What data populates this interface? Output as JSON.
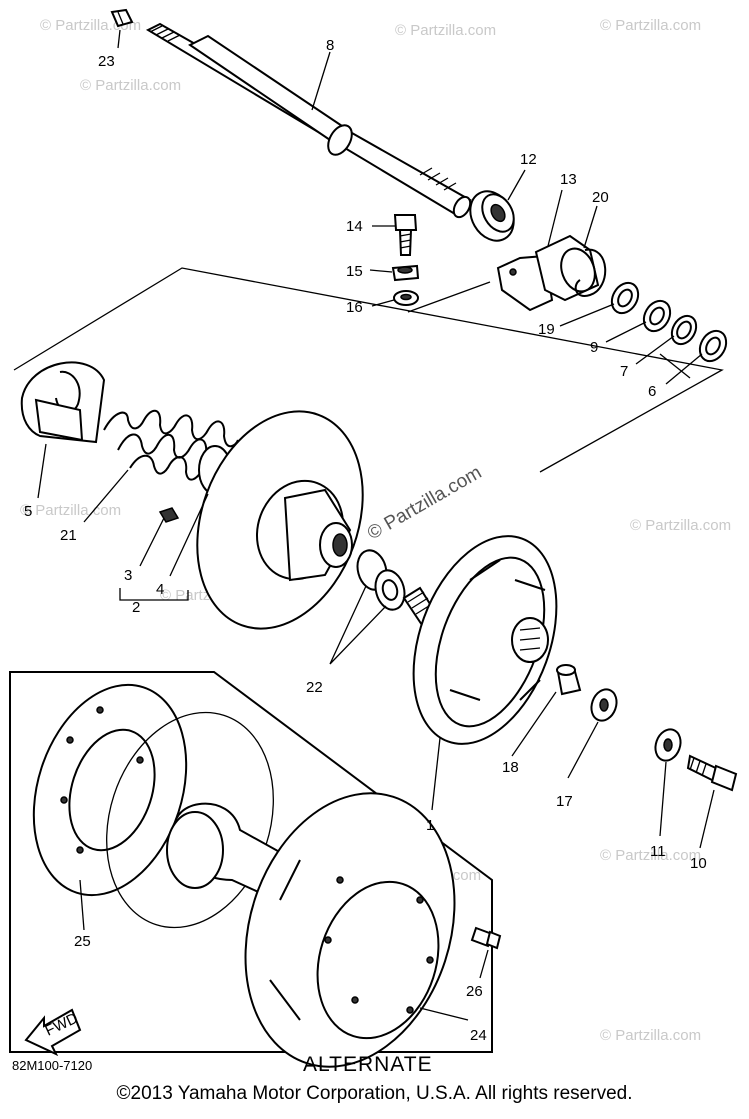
{
  "watermark": "© Partzilla.com",
  "watermark_center": "© Partzilla.com",
  "part_numbers": {
    "p1": "1",
    "p2": "2",
    "p3": "3",
    "p4": "4",
    "p5": "5",
    "p6": "6",
    "p7": "7",
    "p8": "8",
    "p9": "9",
    "p10": "10",
    "p11": "11",
    "p12": "12",
    "p13": "13",
    "p14": "14",
    "p15": "15",
    "p16": "16",
    "p17": "17",
    "p18": "18",
    "p19": "19",
    "p20": "20",
    "p21": "21",
    "p22": "22",
    "p23": "23",
    "p24": "24",
    "p25": "25",
    "p26": "26"
  },
  "fwd_label": "FWD",
  "drawing_code": "82M100-7120",
  "alternate_label": "ALTERNATE",
  "copyright": "©2013 Yamaha Motor Corporation, U.S.A. All rights reserved."
}
